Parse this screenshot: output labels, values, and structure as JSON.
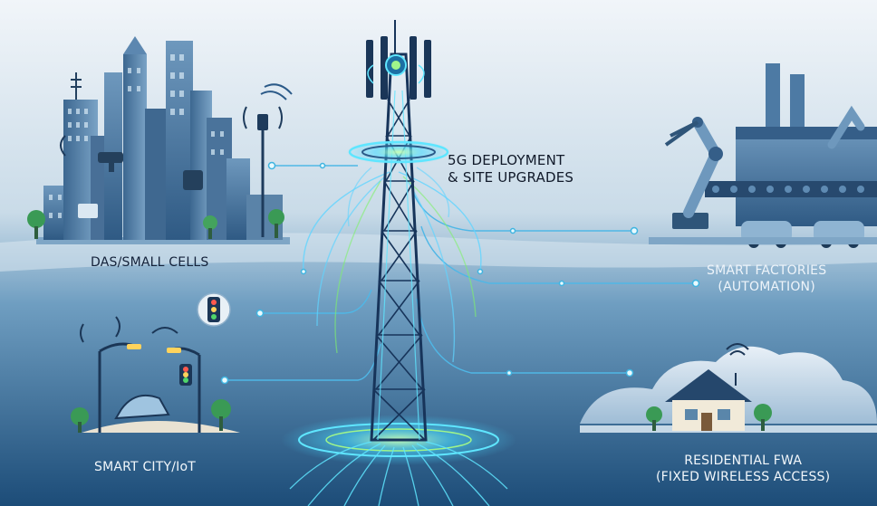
{
  "labels": {
    "deployment_line1": "5G DEPLOYMENT",
    "deployment_line2": "& SITE UPGRADES",
    "das": "DAS/SMALL CELLS",
    "factories_line1": "SMART FACTORIES",
    "factories_line2": "(AUTOMATION)",
    "city": "SMART CITY/IoT",
    "fwa_line1": "RESIDENTIAL FWA",
    "fwa_line2": "(FIXED WIRELESS ACCESS)"
  },
  "icons": {
    "tower": "cell-tower-icon",
    "city": "city-skyline-icon",
    "factory": "factory-robot-icon",
    "smart_city": "streetlight-icon",
    "house": "house-icon",
    "traffic": "traffic-light-icon"
  },
  "colors": {
    "sky_top": "#eef4f8",
    "sky_mid": "#b9cfdf",
    "ground_dark": "#1f4f7a",
    "building": "#5b87ad",
    "building_dark": "#3b6488",
    "glow": "#5fe6ff",
    "glow_green": "#7ff26a",
    "tower": "#17345a",
    "text_dark": "#14223a",
    "text_light": "#f2f7fb"
  }
}
